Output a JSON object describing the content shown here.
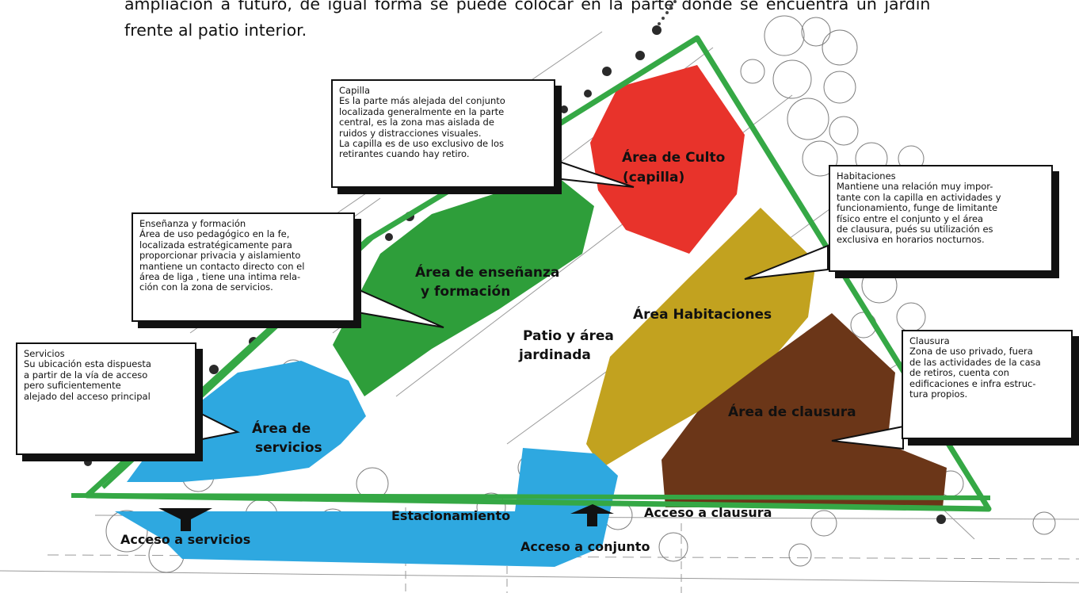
{
  "intro": {
    "line1": "ampliación a futuro, de igual forma se puede colocar en la parte donde se encuentra un jardín",
    "line2": "frente al patio interior."
  },
  "zones": {
    "culto": [
      "Área de Culto",
      "(capilla)"
    ],
    "ensenanza": [
      "Área de enseñanza",
      "y formación"
    ],
    "patio": [
      "Patio y área",
      "jardinada"
    ],
    "habitaciones": "Área Habitaciones",
    "clausura": "Área de clausura",
    "servicios": [
      "Área de",
      "servicios"
    ],
    "estacionamiento": "Estacionamiento"
  },
  "access": {
    "clausura": "Acceso a clausura",
    "servicios": "Acceso a servicios",
    "conjunto": "Acceso a conjunto"
  },
  "callouts": {
    "capilla": {
      "title": "Capilla",
      "body": "Es la parte más alejada del conjunto\nlocalizada generalmente en la parte\ncentral, es la zona mas aislada de\nruidos y distracciones visuales.\nLa capilla es de uso exclusivo de los\nretirantes cuando hay retiro."
    },
    "habitaciones": {
      "title": "Habitaciones",
      "body": "Mantiene una relación muy impor-\ntante con la capilla en actividades y\nfuncionamiento, funge de limitante\nfísico entre el conjunto y el área\n de clausura, pués su utilización es\nexclusiva en horarios nocturnos."
    },
    "ensenanza": {
      "title": "Enseñanza y formación",
      "body": "Área de uso pedagógico en la fe,\nlocalizada estratégicamente para\nproporcionar privacia y aislamiento\nmantiene un contacto directo con el\nárea de liga , tiene una intima rela-\nción con la zona de servicios."
    },
    "servicios": {
      "title": "Servicios",
      "body": "Su ubicación esta dispuesta\na partir de la vía de acceso\npero suficientemente\nalejado del acceso principal"
    },
    "clausura": {
      "title": "Clausura",
      "body": "Zona de uso privado, fuera\nde las actividades de la casa\nde retiros, cuenta con\nedificaciones e infra estruc-\ntura propios."
    }
  },
  "colors": {
    "culto": "#e8332b",
    "ensenanza": "#2e9e3a",
    "habitaciones": "#c2a21f",
    "clausura": "#6b3618",
    "servicios": "#2ea8e0",
    "boundary": "#35a845"
  }
}
